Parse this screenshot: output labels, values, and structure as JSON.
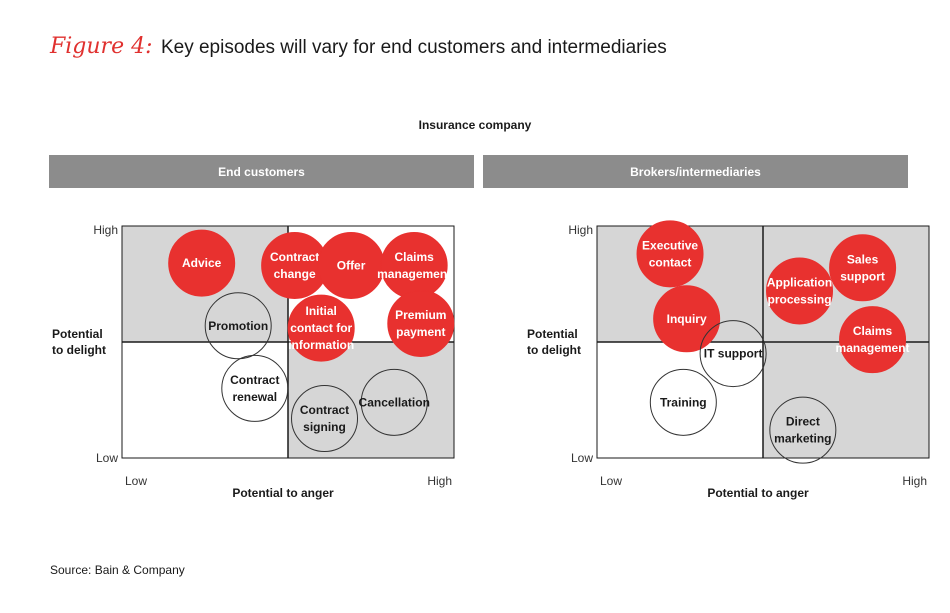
{
  "figure": {
    "label": "Figure 4:",
    "title": "Key episodes will vary for end customers and intermediaries",
    "top_label": "Insurance company",
    "source": "Source: Bain & Company"
  },
  "colors": {
    "accent": "#e8312f",
    "header_bg": "#8c8c8c",
    "quadrant_fill": "#d6d6d6"
  },
  "chart_data": [
    {
      "type": "scatter",
      "title": "End customers",
      "xlabel": "Potential to anger",
      "ylabel": "Potential to delight",
      "x_ticks": [
        "Low",
        "High"
      ],
      "y_ticks": [
        "Low",
        "High"
      ],
      "xlim": [
        0,
        1
      ],
      "ylim": [
        0,
        1
      ],
      "shaded_quadrants": [
        "top-left",
        "bottom-right"
      ],
      "legend": "none",
      "points": [
        {
          "label": "Advice",
          "x": 0.24,
          "y": 0.84,
          "filled": true
        },
        {
          "label": "Contract change",
          "x": 0.52,
          "y": 0.83,
          "filled": true
        },
        {
          "label": "Offer",
          "x": 0.69,
          "y": 0.83,
          "filled": true
        },
        {
          "label": "Claims management",
          "x": 0.88,
          "y": 0.83,
          "filled": true
        },
        {
          "label": "Initial contact for information",
          "x": 0.6,
          "y": 0.56,
          "filled": true
        },
        {
          "label": "Premium payment",
          "x": 0.9,
          "y": 0.58,
          "filled": true
        },
        {
          "label": "Promotion",
          "x": 0.35,
          "y": 0.57,
          "filled": false
        },
        {
          "label": "Contract renewal",
          "x": 0.4,
          "y": 0.3,
          "filled": false
        },
        {
          "label": "Contract signing",
          "x": 0.61,
          "y": 0.17,
          "filled": false
        },
        {
          "label": "Cancellation",
          "x": 0.82,
          "y": 0.24,
          "filled": false
        }
      ]
    },
    {
      "type": "scatter",
      "title": "Brokers/intermediaries",
      "xlabel": "Potential to anger",
      "ylabel": "Potential to delight",
      "x_ticks": [
        "Low",
        "High"
      ],
      "y_ticks": [
        "Low",
        "High"
      ],
      "xlim": [
        0,
        1
      ],
      "ylim": [
        0,
        1
      ],
      "shaded_quadrants": [
        "top-left",
        "top-right",
        "bottom-right"
      ],
      "legend": "none",
      "points": [
        {
          "label": "Executive contact",
          "x": 0.22,
          "y": 0.88,
          "filled": true
        },
        {
          "label": "Sales support",
          "x": 0.8,
          "y": 0.82,
          "filled": true
        },
        {
          "label": "Application processing",
          "x": 0.61,
          "y": 0.72,
          "filled": true
        },
        {
          "label": "Inquiry",
          "x": 0.27,
          "y": 0.6,
          "filled": true
        },
        {
          "label": "Claims management",
          "x": 0.83,
          "y": 0.51,
          "filled": true
        },
        {
          "label": "IT support",
          "x": 0.41,
          "y": 0.45,
          "filled": false
        },
        {
          "label": "Training",
          "x": 0.26,
          "y": 0.24,
          "filled": false
        },
        {
          "label": "Direct marketing",
          "x": 0.62,
          "y": 0.12,
          "filled": false
        }
      ]
    }
  ]
}
